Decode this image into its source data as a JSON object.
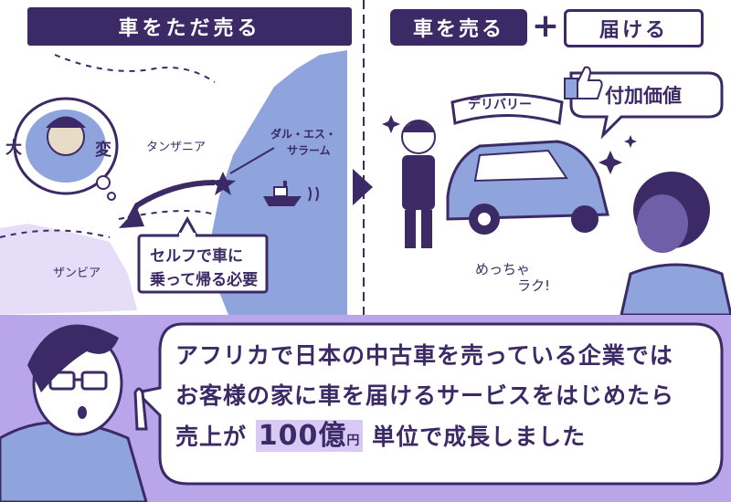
{
  "headers": {
    "left": "車をただ売る",
    "right_main": "車を売る",
    "plus_symbol": "+",
    "right_add": "届ける"
  },
  "map": {
    "tanzania": "タンザニア",
    "zambia": "ザンビア",
    "dar_es_salaam_line1": "ダル・エス・",
    "dar_es_salaam_line2": "サラーム"
  },
  "stress_bubble": {
    "char1": "大",
    "char2": "変"
  },
  "self_drive_box": {
    "line1": "セルフで車に",
    "line2": "乗って帰る必要"
  },
  "delivery_banner": "デリバリー",
  "value_bubble": "付加価値",
  "easy_exclaim_line1": "めっちゃ",
  "easy_exclaim_line2": "ラク!",
  "speech": {
    "line1": "アフリカで日本の中古車を売っている企業では",
    "line2": "お客様の家に車を届けるサービスをはじめたら",
    "line3_pre": "売上が",
    "line3_amount": "100億",
    "line3_unit": "円",
    "line3_post": "単位で成長しました"
  },
  "colors": {
    "ink": "#3b2a66",
    "lavender": "#d9c9f5",
    "water": "#8fa3dd",
    "soft_violet": "#b9a6ea"
  }
}
